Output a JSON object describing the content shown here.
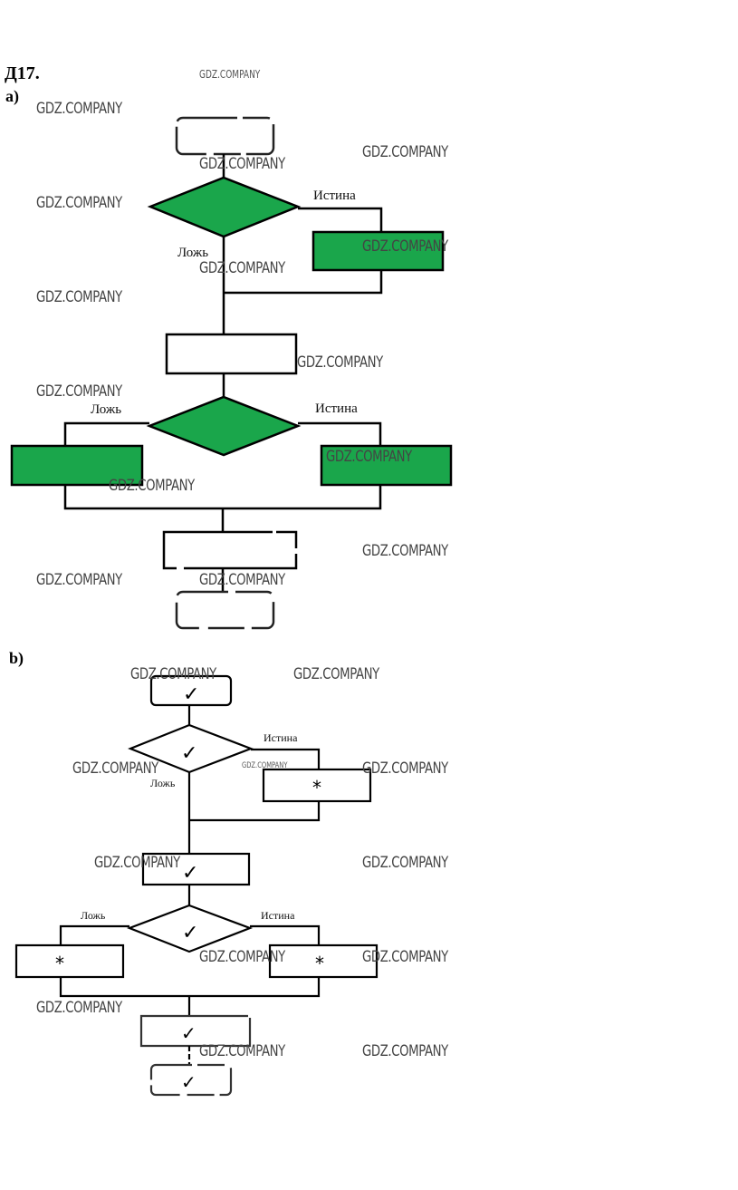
{
  "header": {
    "task_number": "Д17."
  },
  "part_a": {
    "label": "а)",
    "fill_color": "#1aa64b",
    "decision1": {
      "true_label": "Истина",
      "false_label": "Ложь"
    },
    "decision2": {
      "true_label": "Истина",
      "false_label": "Ложь"
    }
  },
  "part_b": {
    "label": "b)",
    "check_mark": "✓",
    "star_mark": "*",
    "decision1": {
      "true_label": "Истина",
      "false_label": "Ложь"
    },
    "decision2": {
      "true_label": "Истина",
      "false_label": "Ложь"
    }
  },
  "watermark": {
    "text": "GDZ.COMPANY"
  }
}
